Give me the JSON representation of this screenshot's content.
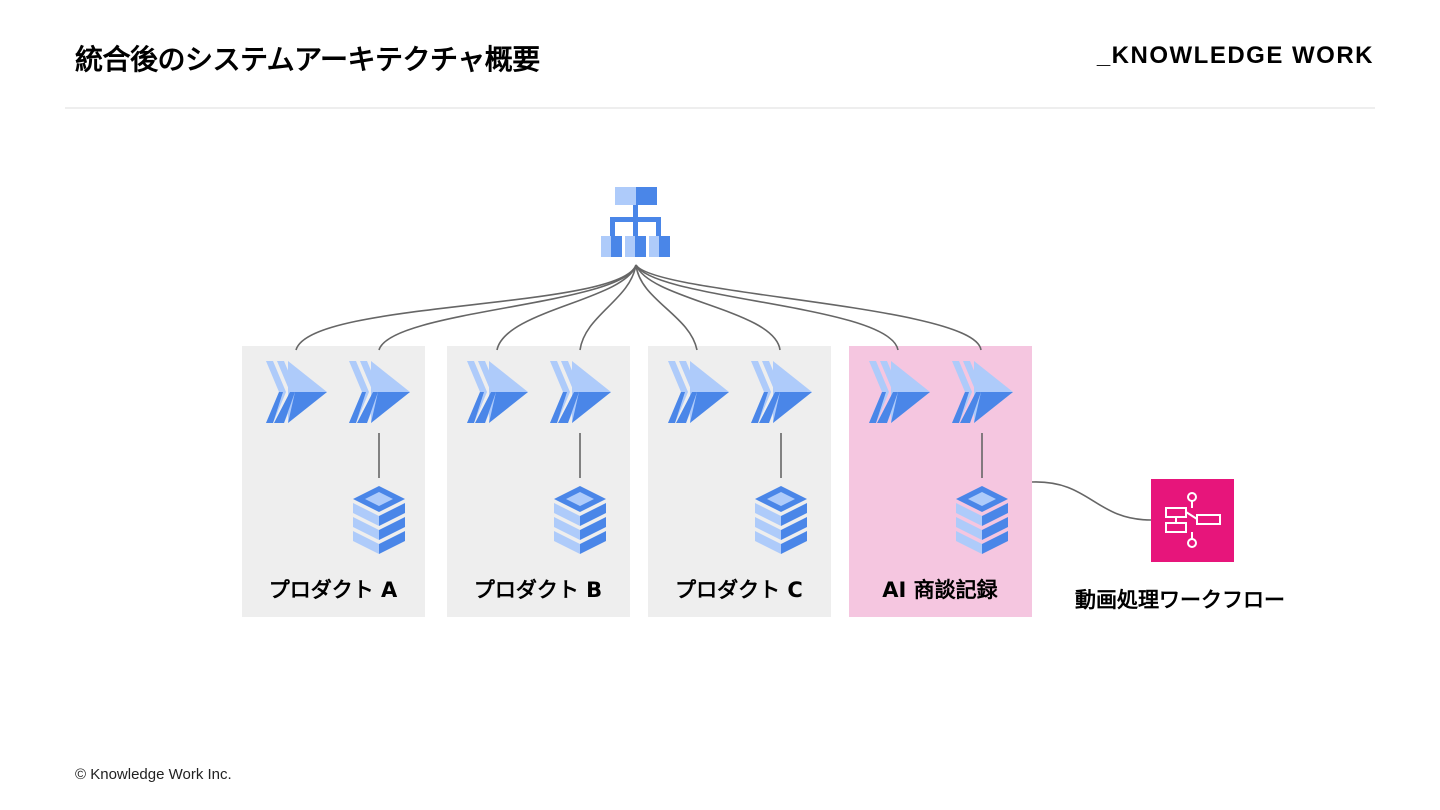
{
  "header": {
    "title": "統合後のシステムアーキテクチャ概要",
    "brand": "_KNOWLEDGE WORK"
  },
  "footer": {
    "copyright": "© Knowledge Work Inc."
  },
  "diagram": {
    "root_icon": "hierarchy-icon",
    "service_icon": "cloud-run-icon",
    "database_icon": "database-icon",
    "workflow_icon": "step-functions-icon",
    "products": [
      {
        "label": "プロダクト A",
        "highlight": false
      },
      {
        "label": "プロダクト B",
        "highlight": false
      },
      {
        "label": "プロダクト C",
        "highlight": false
      },
      {
        "label": "AI 商談記録",
        "highlight": true
      }
    ],
    "workflow": {
      "label": "動画処理ワークフロー"
    },
    "colors": {
      "box_default": "#eeeeee",
      "box_highlight": "#f5c6e0",
      "icon_blue": "#4a86e8",
      "icon_light_blue": "#aecbfa",
      "workflow_pink": "#e7157b",
      "connector": "#666666"
    }
  }
}
